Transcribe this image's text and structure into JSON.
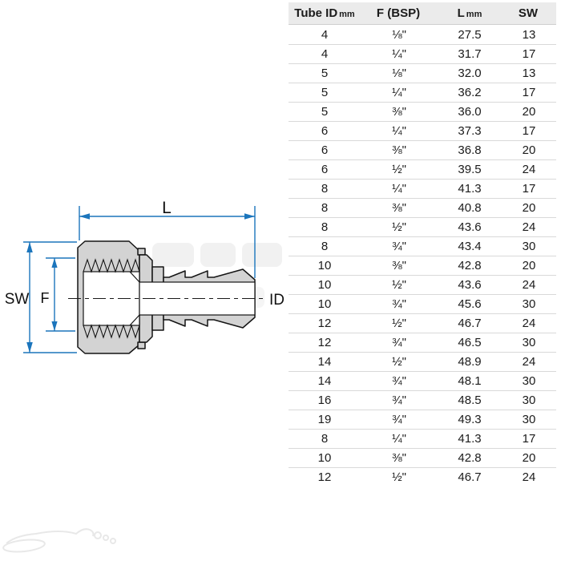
{
  "diagram": {
    "labels": {
      "length": "L",
      "width_across_flats": "SW",
      "thread_bore": "F",
      "inner_diameter": "ID"
    }
  },
  "colors": {
    "dimension_blue": "#1b75bc",
    "body_gray": "#d3d3d3",
    "outline_black": "#141414",
    "header_bg": "#ebebeb",
    "row_line": "#d9d9d9"
  },
  "table": {
    "headers": [
      {
        "label": "Tube ID",
        "unit": "mm"
      },
      {
        "label": "F (BSP)",
        "unit": ""
      },
      {
        "label": "L",
        "unit": "mm"
      },
      {
        "label": "SW",
        "unit": ""
      }
    ],
    "rows": [
      [
        "4",
        "⅛\"",
        "27.5",
        "13"
      ],
      [
        "4",
        "¼\"",
        "31.7",
        "17"
      ],
      [
        "5",
        "⅛\"",
        "32.0",
        "13"
      ],
      [
        "5",
        "¼\"",
        "36.2",
        "17"
      ],
      [
        "5",
        "⅜\"",
        "36.0",
        "20"
      ],
      [
        "6",
        "¼\"",
        "37.3",
        "17"
      ],
      [
        "6",
        "⅜\"",
        "36.8",
        "20"
      ],
      [
        "6",
        "½\"",
        "39.5",
        "24"
      ],
      [
        "8",
        "¼\"",
        "41.3",
        "17"
      ],
      [
        "8",
        "⅜\"",
        "40.8",
        "20"
      ],
      [
        "8",
        "½\"",
        "43.6",
        "24"
      ],
      [
        "8",
        "¾\"",
        "43.4",
        "30"
      ],
      [
        "10",
        "⅜\"",
        "42.8",
        "20"
      ],
      [
        "10",
        "½\"",
        "43.6",
        "24"
      ],
      [
        "10",
        "¾\"",
        "45.6",
        "30"
      ],
      [
        "12",
        "½\"",
        "46.7",
        "24"
      ],
      [
        "12",
        "¾\"",
        "46.5",
        "30"
      ],
      [
        "14",
        "½\"",
        "48.9",
        "24"
      ],
      [
        "14",
        "¾\"",
        "48.1",
        "30"
      ],
      [
        "16",
        "¾\"",
        "48.5",
        "30"
      ],
      [
        "19",
        "¾\"",
        "49.3",
        "30"
      ],
      [
        "8",
        "¼\"",
        "41.3",
        "17"
      ],
      [
        "10",
        "⅜\"",
        "42.8",
        "20"
      ],
      [
        "12",
        "½\"",
        "46.7",
        "24"
      ]
    ]
  }
}
